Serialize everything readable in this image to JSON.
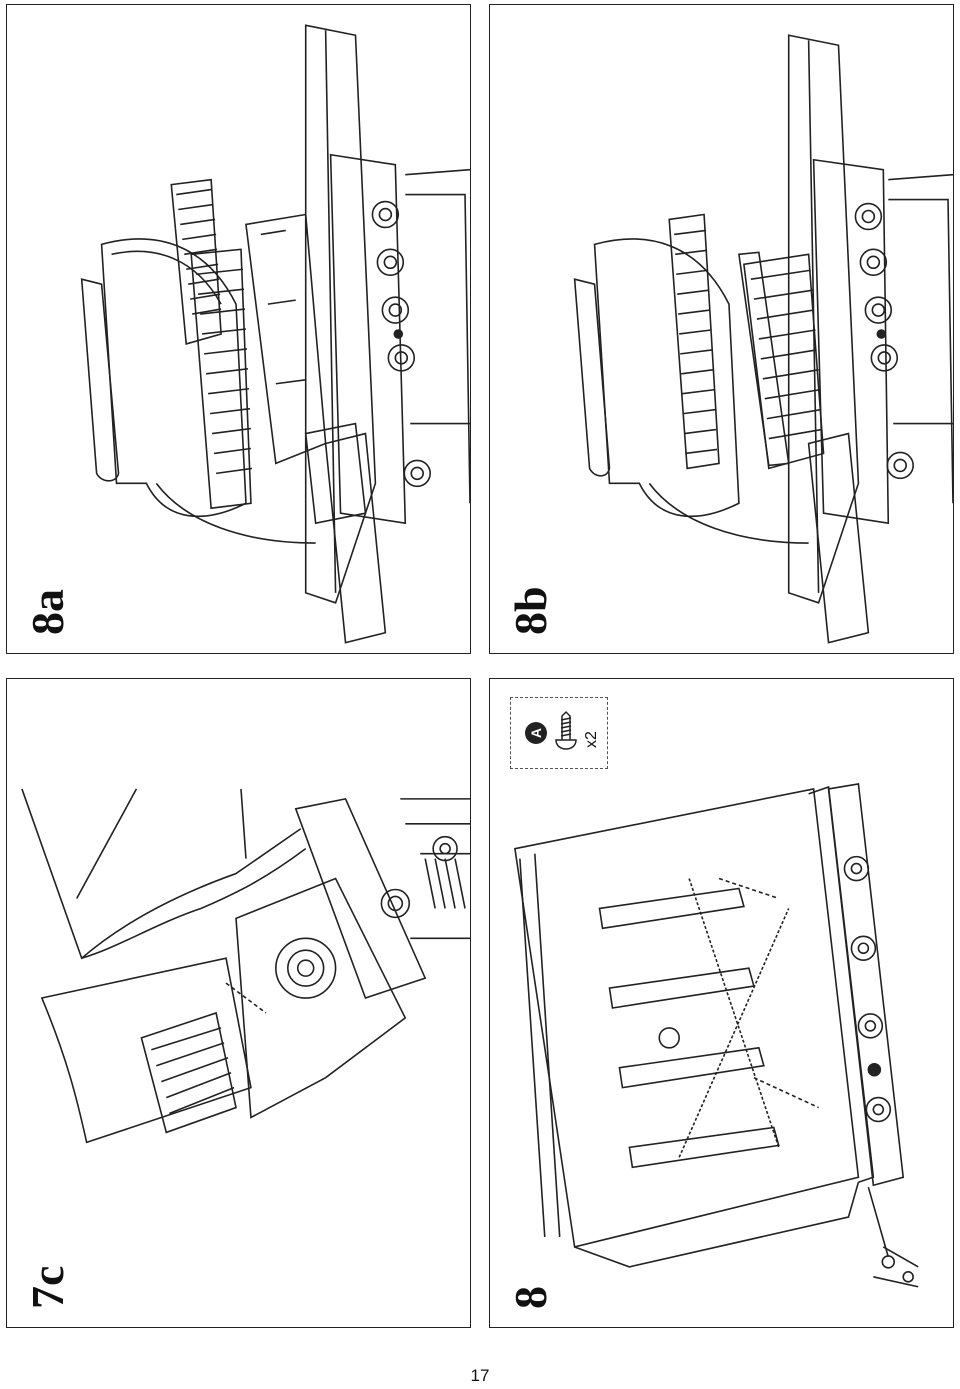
{
  "steps": [
    {
      "label": "8a"
    },
    {
      "label": "8b"
    },
    {
      "label": "7c"
    },
    {
      "label": "8"
    }
  ],
  "hardware": {
    "letter": "A",
    "quantity": "x2",
    "part_icon": "screw-icon"
  },
  "page_number": "17"
}
